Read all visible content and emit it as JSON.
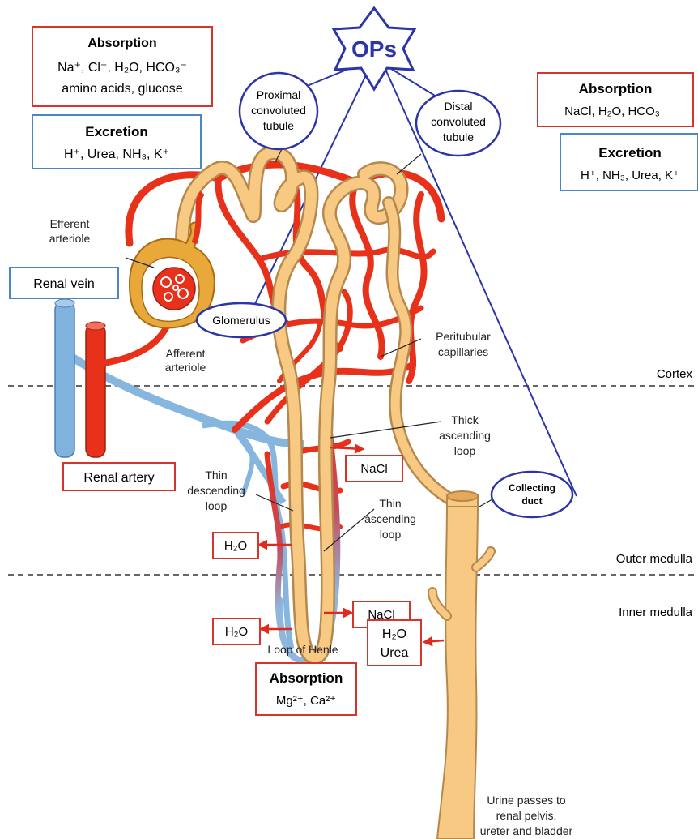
{
  "ops_label": "OPs",
  "boxes": {
    "absorption_left": {
      "title": "Absorption",
      "line1": "Na⁺, Cl⁻, H₂O, HCO₃⁻",
      "line2": "amino acids, glucose"
    },
    "excretion_left": {
      "title": "Excretion",
      "line1": "H⁺, Urea, NH₃, K⁺"
    },
    "absorption_right": {
      "title": "Absorption",
      "line1": "NaCl, H₂O, HCO₃⁻"
    },
    "excretion_right": {
      "title": "Excretion",
      "line1": "H⁺, NH₃, Urea, K⁺"
    },
    "absorption_bottom": {
      "title": "Absorption",
      "line1": "Mg²⁺, Ca²⁺"
    },
    "renal_vein": "Renal vein",
    "renal_artery": "Renal artery",
    "nacl_upper": "NaCl",
    "nacl_lower": "NaCl",
    "h2o_upper": "H₂O",
    "h2o_lower": "H₂O",
    "h2o_urea_line1": "H₂O",
    "h2o_urea_line2": "Urea"
  },
  "ovals": {
    "proximal": [
      "Proximal",
      "convoluted",
      "tubule"
    ],
    "distal": [
      "Distal",
      "convoluted",
      "tubule"
    ],
    "glomerulus": "Glomerulus",
    "collecting": [
      "Collecting",
      "duct"
    ]
  },
  "labels": {
    "efferent": [
      "Efferent",
      "arteriole"
    ],
    "afferent": [
      "Afferent",
      "arteriole"
    ],
    "peritubular": [
      "Peritubular",
      "capillaries"
    ],
    "thick_ascending": [
      "Thick",
      "ascending",
      "loop"
    ],
    "thin_descending": [
      "Thin",
      "descending",
      "loop"
    ],
    "thin_ascending": [
      "Thin",
      "ascending",
      "loop"
    ],
    "loop_of_henle": "Loop of Henle",
    "urine": [
      "Urine passes to",
      "renal pelvis,",
      "ureter and bladder"
    ]
  },
  "zones": {
    "cortex": "Cortex",
    "outer_medulla": "Outer medulla",
    "inner_medulla": "Inner medulla"
  },
  "colors": {
    "box_red": "#d9342b",
    "box_blue": "#4a86c5",
    "oval_blue": "#2c35a8",
    "artery_red": "#e8311b",
    "vein_blue": "#7fb2dd",
    "tubule_tan": "#f7c983",
    "glom_orange": "#e9a83a"
  }
}
